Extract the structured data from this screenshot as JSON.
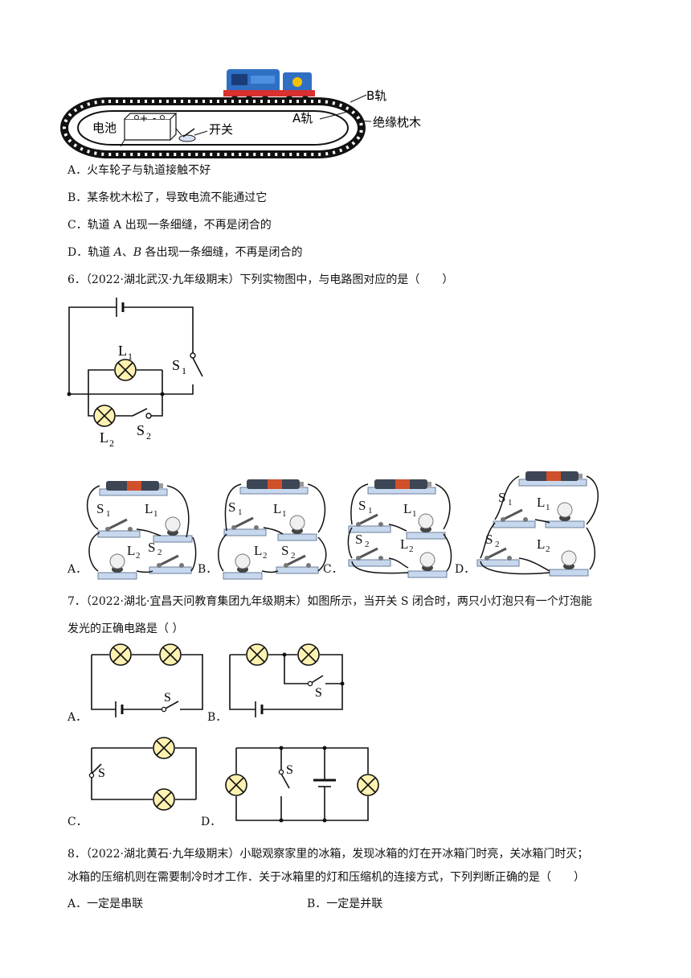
{
  "q5": {
    "figure_labels": {
      "b_rail": "B轨",
      "a_rail": "A轨",
      "sleeper": "绝缘枕木",
      "battery": "电池",
      "switch": "开关",
      "plus": "+",
      "minus": "-"
    },
    "options": [
      {
        "letter": "A．",
        "text": "火车轮子与轨道接触不好"
      },
      {
        "letter": "B．",
        "text": "某条枕木松了，导致电流不能通过它"
      },
      {
        "letter": "C．",
        "text": "轨道 A 出现一条细缝，不再是闭合的"
      },
      {
        "letter": "D．",
        "text_1": "轨道 ",
        "a": "A",
        "sep": "、",
        "b": "B",
        "text_2": " 各出现一条细缝，不再是闭合的"
      }
    ]
  },
  "q6": {
    "stem": "6．（2022·湖北武汉·九年级期末）下列实物图中，与电路图对应的是（　　）",
    "diagram_labels": {
      "L1": "L",
      "L1_sub": "1",
      "L2": "L",
      "L2_sub": "2",
      "S1": "S",
      "S1_sub": "1",
      "S2": "S",
      "S2_sub": "2"
    },
    "option_letters": [
      "A．",
      "B．",
      "C．",
      "D．"
    ]
  },
  "q7": {
    "stem_line1": "7．（2022·湖北·宜昌天问教育集团九年级期末）如图所示，当开关 S 闭合时，两只小灯泡只有一个灯泡能",
    "stem_line2": "发光的正确电路是（ ）",
    "switch_label": "S",
    "option_letters": [
      "A．",
      "B．",
      "C．",
      "D．"
    ]
  },
  "q8": {
    "stem_line1": "8．（2022·湖北黄石·九年级期末）小聪观察家里的冰箱，发现冰箱的灯在开冰箱门时亮，关冰箱门时灭；",
    "stem_line2": "冰箱的压缩机则在需要制冷时才工作．关于冰箱里的灯和压缩机的连接方式，下列判断正确的是（　　）",
    "options": [
      {
        "letter": "A．",
        "text": "一定是串联"
      },
      {
        "letter": "B．",
        "text": "一定是并联"
      }
    ]
  }
}
